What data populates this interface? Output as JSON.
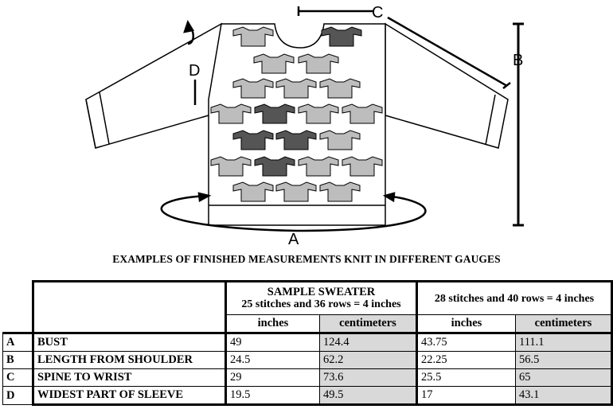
{
  "diagram": {
    "labels": {
      "a": "A",
      "b": "B",
      "c": "C",
      "d": "D"
    },
    "colors": {
      "line": "#000000",
      "fill": "#ffffff",
      "swatch": "#bdbdbd",
      "swatch_dark": "#555555"
    }
  },
  "caption": "EXAMPLES OF FINISHED MEASUREMENTS KNIT IN DIFFERENT GAUGES",
  "table": {
    "group1": {
      "title": "SAMPLE SWEATER",
      "gauge": "25 stitches and 36 rows = 4 inches"
    },
    "group2": {
      "gauge": "28 stitches and 40 rows = 4 inches"
    },
    "units": [
      "inches",
      "centimeters",
      "inches",
      "centimeters"
    ],
    "rows": [
      {
        "key": "A",
        "label": "BUST",
        "values": [
          "49",
          "124.4",
          "43.75",
          "111.1"
        ]
      },
      {
        "key": "B",
        "label": "LENGTH FROM SHOULDER",
        "values": [
          "24.5",
          "62.2",
          "22.25",
          "56.5"
        ]
      },
      {
        "key": "C",
        "label": "SPINE TO WRIST",
        "values": [
          "29",
          "73.6",
          "25.5",
          "65"
        ]
      },
      {
        "key": "D",
        "label": "WIDEST PART OF SLEEVE",
        "values": [
          "19.5",
          "49.5",
          "17",
          "43.1"
        ]
      }
    ]
  }
}
